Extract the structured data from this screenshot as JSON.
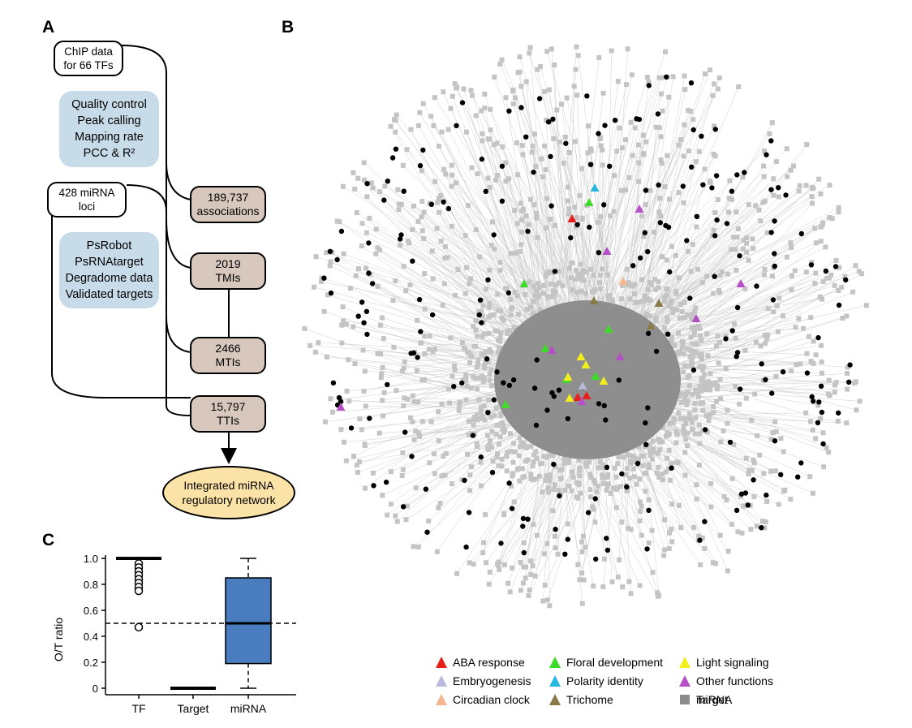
{
  "panels": {
    "a": "A",
    "b": "B",
    "c": "C"
  },
  "flow": {
    "chip": [
      "ChIP data",
      "for 66 TFs"
    ],
    "qc": [
      "Quality control",
      "Peak calling",
      "Mapping rate",
      "PCC & R²"
    ],
    "mirna_loci": [
      "428 miRNA",
      "loci"
    ],
    "target_tools": [
      "PsRobot",
      "PsRNAtarget",
      "Degradome data",
      "Validated targets"
    ],
    "associations": [
      "189,737",
      "associations"
    ],
    "tmis": [
      "2019",
      "TMIs"
    ],
    "mtis": [
      "2466",
      "MTIs"
    ],
    "ttis": [
      "15,797",
      "TTIs"
    ],
    "network": [
      "Integrated miRNA",
      "regulatory network"
    ]
  },
  "chart_data": {
    "type": "box",
    "ylabel": "O/T ratio",
    "categories": [
      "TF",
      "Target",
      "miRNA"
    ],
    "yticks": [
      "0",
      "0.2",
      "0.4",
      "0.6",
      "0.8",
      "1.0"
    ],
    "ylim": [
      0,
      1.0
    ],
    "reference_line": 0.5,
    "boxes": [
      {
        "name": "TF",
        "q1": 1.0,
        "median": 1.0,
        "q3": 1.0,
        "whisker_low": 1.0,
        "whisker_high": 1.0,
        "outliers": [
          0.96,
          0.93,
          0.9,
          0.87,
          0.84,
          0.81,
          0.78,
          0.75,
          0.47
        ]
      },
      {
        "name": "Target",
        "q1": 0.0,
        "median": 0.0,
        "q3": 0.0,
        "whisker_low": 0.0,
        "whisker_high": 0.0,
        "outliers": []
      },
      {
        "name": "miRNA",
        "q1": 0.19,
        "median": 0.5,
        "q3": 0.85,
        "whisker_low": 0.0,
        "whisker_high": 1.0,
        "outliers": []
      }
    ],
    "box_color": "#4a7cc0"
  },
  "legend": [
    {
      "label": "ABA response",
      "shape": "triangle",
      "color": "#e8201c"
    },
    {
      "label": "Floral development",
      "shape": "triangle",
      "color": "#3ddc2a"
    },
    {
      "label": "Light signaling",
      "shape": "triangle",
      "color": "#f3ef1c"
    },
    {
      "label": "Embryogenesis",
      "shape": "triangle",
      "color": "#b9b9dc"
    },
    {
      "label": "Polarity identity",
      "shape": "triangle",
      "color": "#2ab7df"
    },
    {
      "label": "Other functions",
      "shape": "triangle",
      "color": "#b54fc5"
    },
    {
      "label": "Circadian clock",
      "shape": "triangle",
      "color": "#f6b58c"
    },
    {
      "label": "Trichome",
      "shape": "triangle",
      "color": "#8a7a4a"
    },
    {
      "label": "miRNA",
      "shape": "circle",
      "color": "#000000"
    },
    {
      "label": "Target",
      "shape": "square",
      "color": "#8c8c8c"
    }
  ],
  "network_colors": {
    "edge": "#c8c8c8",
    "core": "#8e8e8e",
    "target_node": "#c4c4c4",
    "mirna_node": "#000000"
  }
}
